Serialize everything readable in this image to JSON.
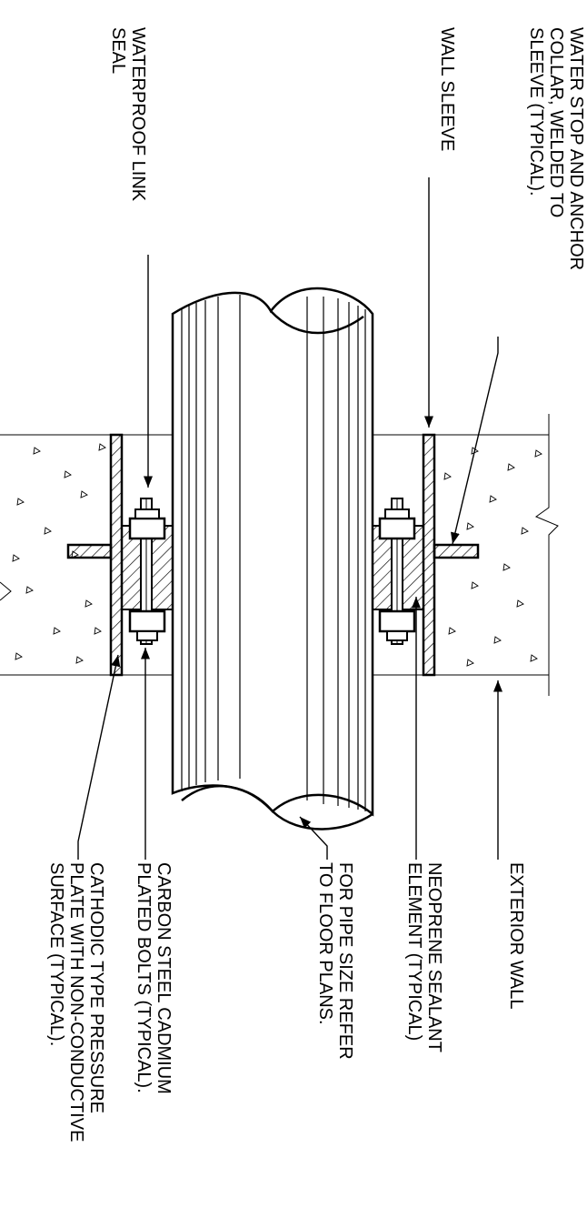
{
  "labels": {
    "water_stop": [
      "WATER STOP AND ANCHOR",
      "COLLAR, WELDED TO",
      "SLEEVE (TYPICAL)."
    ],
    "wall_sleeve": [
      "WALL SLEEVE"
    ],
    "waterproof_link": [
      "WATERPROOF LINK",
      "SEAL"
    ],
    "exterior_wall": [
      "EXTERIOR WALL"
    ],
    "neoprene": [
      "NEOPRENE SEALANT",
      "ELEMENT (TYPICAL)"
    ],
    "pipe_size": [
      "FOR PIPE SIZE REFER",
      "TO FLOOR PLANS."
    ],
    "bolts": [
      "CARBON STEEL CADMIUM",
      "PLATED BOLTS (TYPICAL)."
    ],
    "pressure_plate": [
      "CATHODIC TYPE PRESSURE",
      "PLATE WITH NON-CONDUCTIVE",
      "SURFACE (TYPICAL)."
    ]
  },
  "colors": {
    "line": "#000000",
    "background": "#ffffff"
  }
}
